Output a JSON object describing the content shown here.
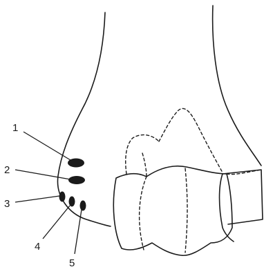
{
  "labels": [
    "1",
    "2",
    "3",
    "4",
    "5"
  ],
  "colors": {
    "line": "#1a1a1a",
    "background": "#ffffff"
  }
}
